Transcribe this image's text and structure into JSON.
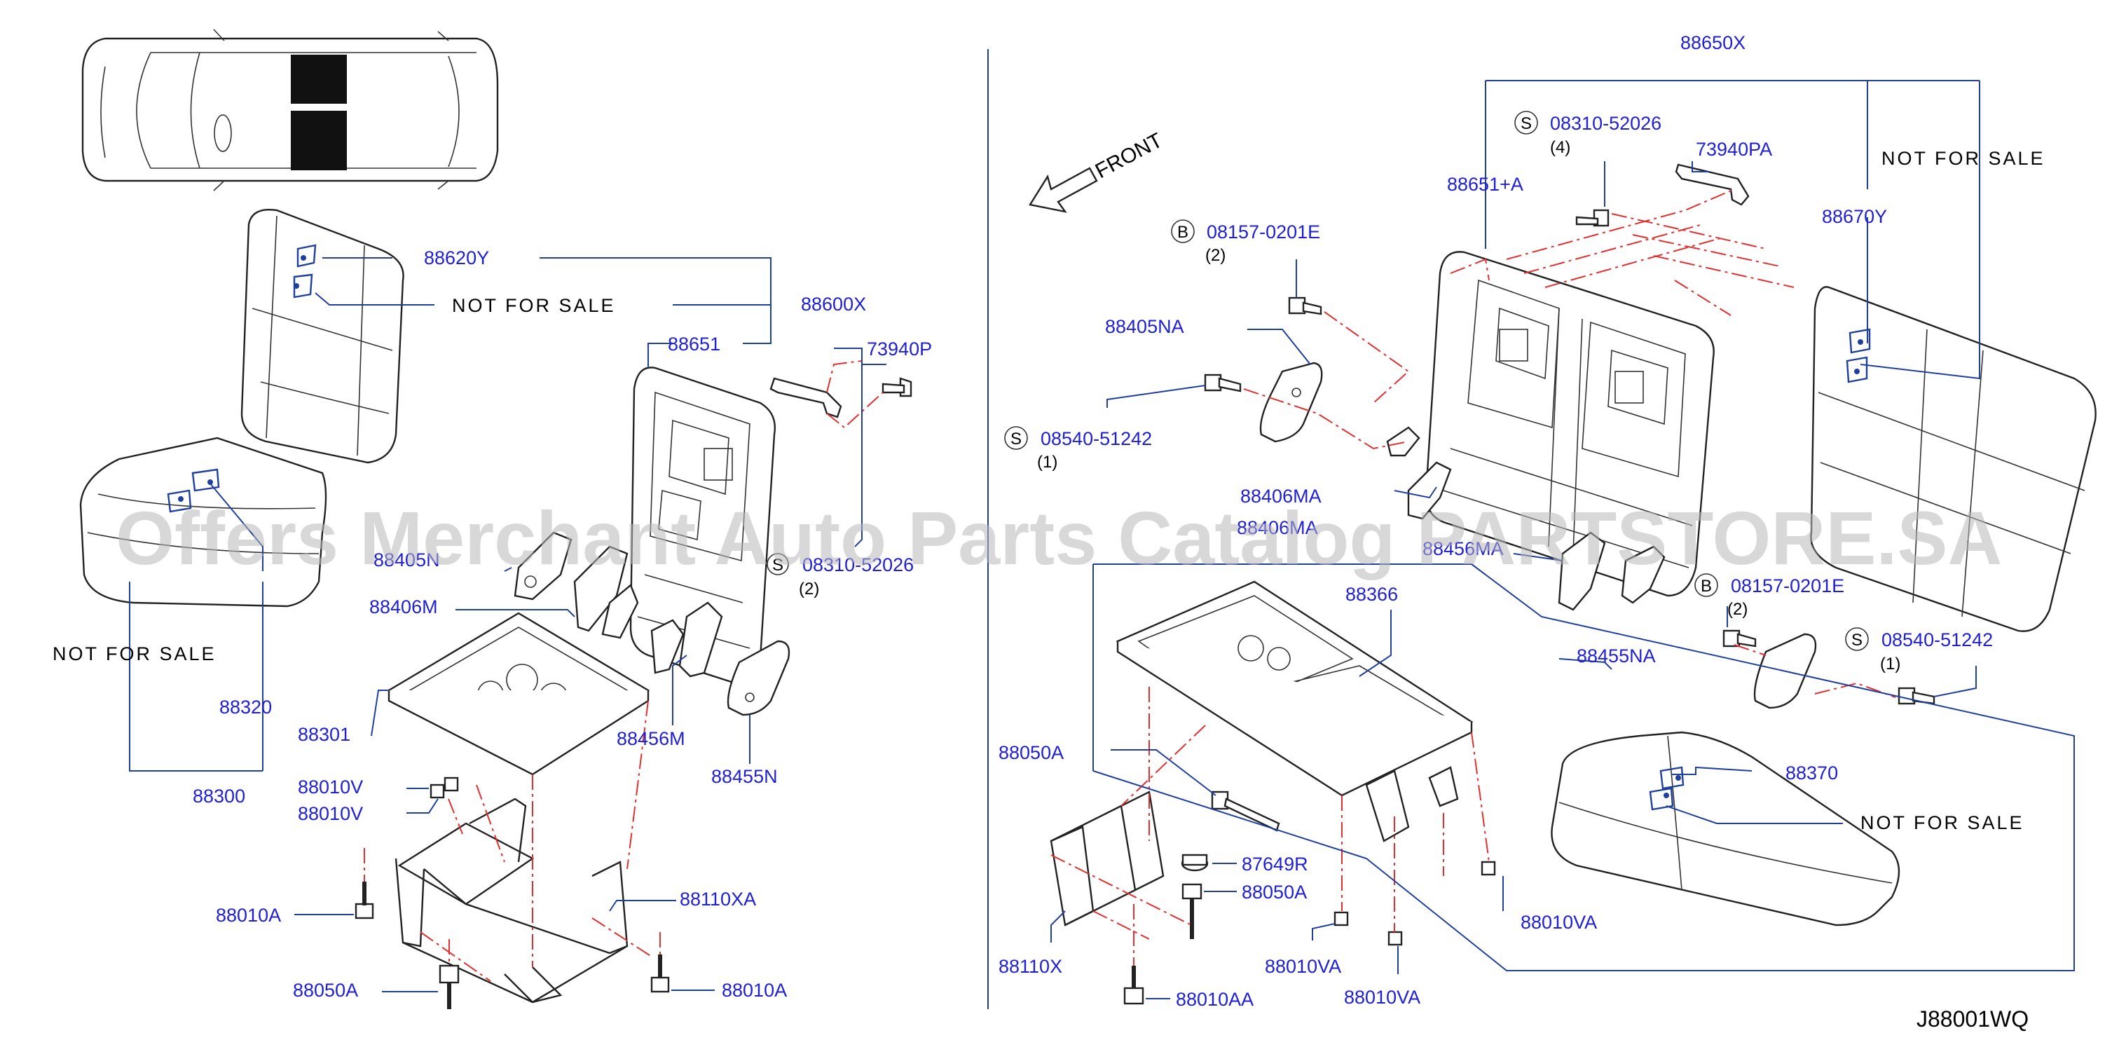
{
  "labels": {
    "p88620Y": "88620Y",
    "p88600X": "88600X",
    "p88651": "88651",
    "p73940P": "73940P",
    "p88405N": "88405N",
    "p08310_52026_left": "08310-52026",
    "q2_left_s": "(2)",
    "p88406M": "88406M",
    "p88320": "88320",
    "p88301": "88301",
    "p88300": "88300",
    "p88456M": "88456M",
    "p88455N": "88455N",
    "p88010V_1": "88010V",
    "p88010V_2": "88010V",
    "p88110XA": "88110XA",
    "p88010A_left": "88010A",
    "p88050A_left": "88050A",
    "p88010A_right": "88010A",
    "p88650X": "88650X",
    "p08310_52026_right": "08310-52026",
    "q4": "(4)",
    "p73940PA": "73940PA",
    "p88651A": "88651+A",
    "p88670Y": "88670Y",
    "p08157_top": "08157-0201E",
    "q2_top_b": "(2)",
    "p88405NA": "88405NA",
    "p08540_left": "08540-51242",
    "q1_left": "(1)",
    "p88406MA": "88406MA",
    "p88456MA": "88456MA",
    "p88406MA_2": "88406MA",
    "p88366": "88366",
    "p08157_bottom": "08157-0201E",
    "q2_bottom_b": "(2)",
    "p08540_right": "08540-51242",
    "q1_right": "(1)",
    "p88455NA": "88455NA",
    "p88050A_right1": "88050A",
    "p87649R": "87649R",
    "p88050A_right2": "88050A",
    "p88370": "88370",
    "p88010VA_1": "88010VA",
    "p88010VA_2": "88010VA",
    "p88010VA_3": "88010VA",
    "p88110X": "88110X",
    "p88010AA": "88010AA",
    "front": "FRONT",
    "diagram_code": "J88001WQ",
    "s_mark": "S",
    "b_mark": "B"
  },
  "not_for_sale": "NOT  FOR  SALE",
  "watermark": "Offers Merchant Auto Parts Catalog PARTSTORE.SA",
  "colors": {
    "part_number": "#1f1fd6",
    "leader": "#1f3f9f",
    "phantom_line": "#e23030",
    "ink": "#222222"
  }
}
